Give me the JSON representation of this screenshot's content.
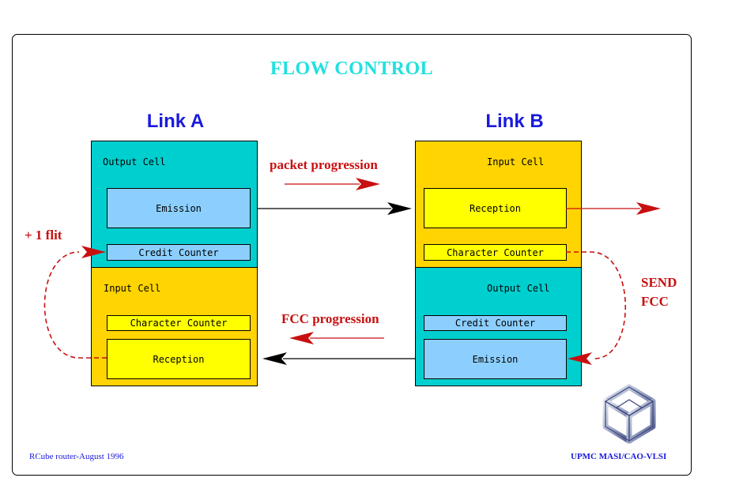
{
  "title": "FLOW CONTROL",
  "link_a": {
    "title": "Link A",
    "output_cell": {
      "label": "Output Cell",
      "emission": "Emission",
      "credit_counter": "Credit Counter"
    },
    "input_cell": {
      "label": "Input Cell",
      "character_counter": "Character Counter",
      "reception": "Reception"
    }
  },
  "link_b": {
    "title": "Link B",
    "input_cell": {
      "label": "Input Cell",
      "reception": "Reception",
      "character_counter": "Character Counter"
    },
    "output_cell": {
      "label": "Output Cell",
      "credit_counter": "Credit Counter",
      "emission": "Emission"
    }
  },
  "annotations": {
    "packet_progression": "packet progression",
    "fcc_progression": "FCC progression",
    "plus_one_flit": "+ 1 flit",
    "send_line1": "SEND",
    "send_line2": "FCC"
  },
  "footer": {
    "left": "RCube router-August 1996",
    "right": "UPMC MASI/CAO-VLSI"
  },
  "colors": {
    "title": "#22e0e0",
    "link_title": "#1a1adc",
    "output_cell": "#00cfcf",
    "input_cell": "#ffd400",
    "emission_box": "#8ccfff",
    "reception_box": "#ffff00",
    "annotation": "#c81010",
    "footer": "#1a1adc"
  },
  "icons": {
    "logo": "hypercube-logo-icon"
  }
}
